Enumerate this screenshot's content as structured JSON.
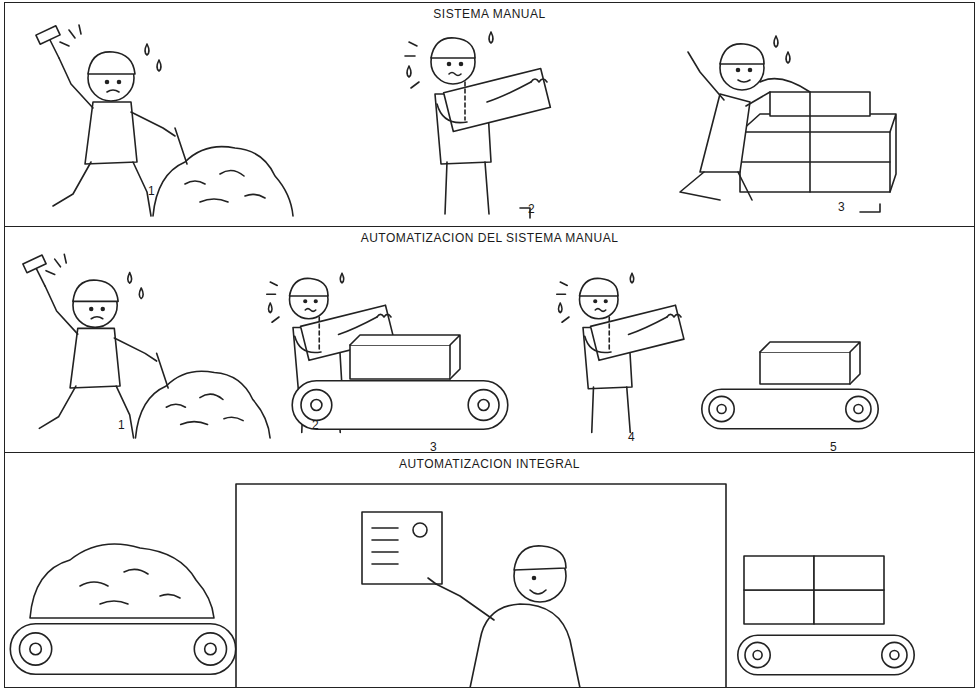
{
  "diagram": {
    "nodes": [
      {
        "text": [
          "SISTEMA MANUAL"
        ]
      },
      {
        "text": [
          "AUTOMATIZACION DEL SISTEMA MANUAL"
        ]
      },
      {
        "text": [
          "AUTOMATIZACION INTEGRAL"
        ]
      }
    ],
    "labels": [
      "1",
      "2",
      "3",
      "1",
      "2",
      "3",
      "4",
      "5"
    ]
  }
}
